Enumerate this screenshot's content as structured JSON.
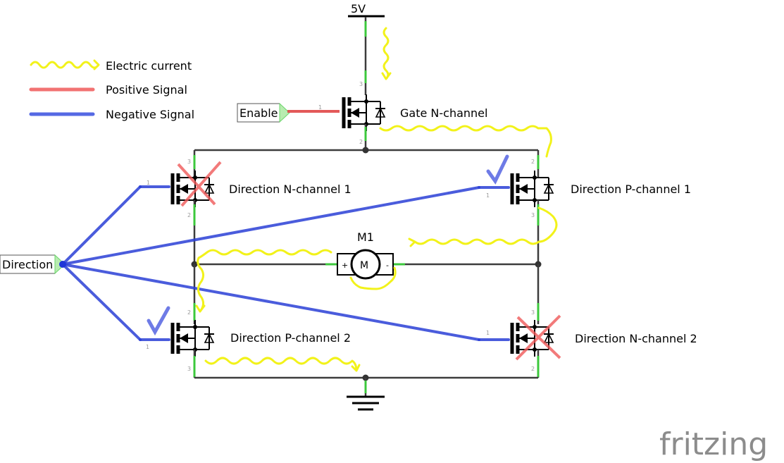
{
  "supply_label": "5V",
  "legend": {
    "current": "Electric current",
    "positive": "Positive Signal",
    "negative": "Negative Signal",
    "colors": {
      "current": "#f2f21a",
      "positive": "#f05a5a",
      "negative": "#3850e0"
    }
  },
  "inputs": {
    "enable": "Enable",
    "direction": "Direction"
  },
  "transistors": {
    "gate": "Gate N-channel",
    "dir_n1": "Direction N-channel 1",
    "dir_p1": "Direction P-channel 1",
    "dir_p2": "Direction P-channel 2",
    "dir_n2": "Direction N-channel 2"
  },
  "motor": {
    "ref": "M1",
    "symbol": "M",
    "plus": "+",
    "minus": "-"
  },
  "pins": {
    "one": "1",
    "two": "2",
    "three": "3"
  },
  "status_marks": {
    "dir_n1": "disabled",
    "dir_p1": "enabled",
    "dir_p2": "enabled",
    "dir_n2": "disabled"
  },
  "watermark": "fritzing"
}
